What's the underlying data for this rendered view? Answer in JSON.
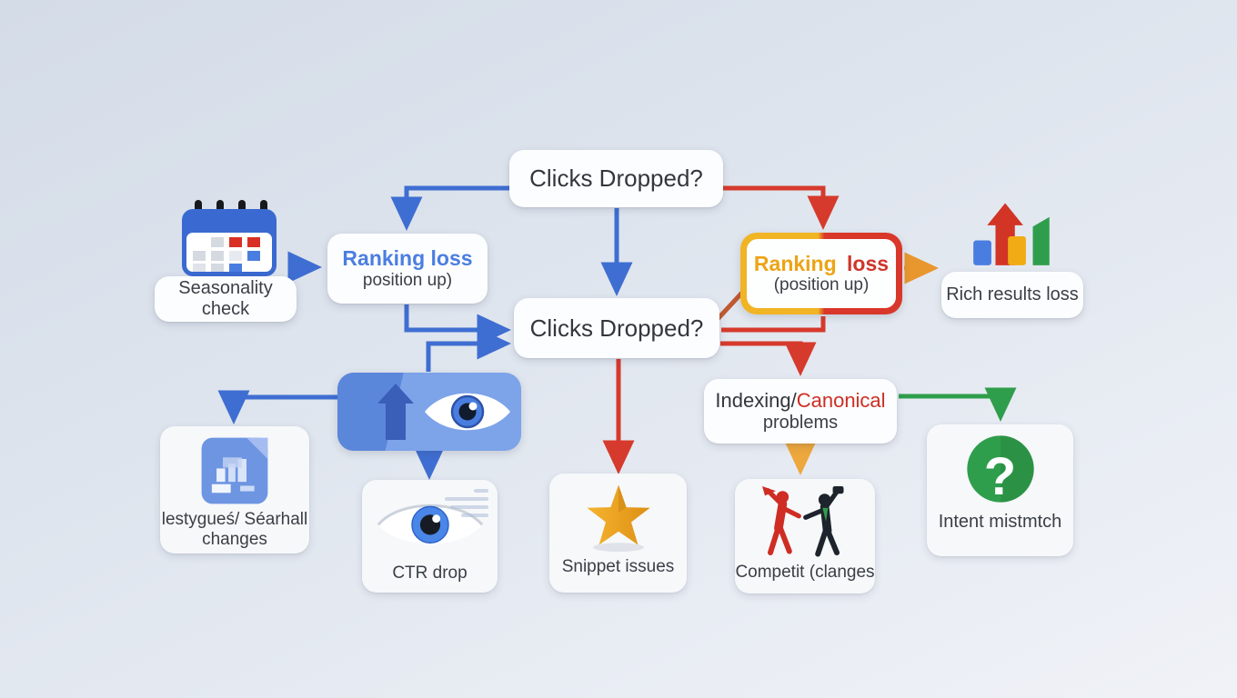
{
  "canvas": {
    "bg_top": "#d4dce8",
    "bg_bottom": "#f0f2f7"
  },
  "colors": {
    "arrow_blue": "#3f6ed2",
    "arrow_red": "#d63a2c",
    "arrow_orange": "#e8962e",
    "arrow_amber": "#eda73c",
    "arrow_green": "#2f9e4c",
    "arrow_rust_diagonal": "#c05a32",
    "text_dark": "#3a3f45",
    "ranking_blue": "#4b7ee0",
    "ranking_yellow": "#eda414",
    "ranking_red": "#d0352a",
    "canonical_red": "#cc2f24",
    "node_bg": "#fcfdfe",
    "card_bg": "#f6f8fa",
    "observe_box_bg": "#7da3e9"
  },
  "nodes": {
    "clicks_top": {
      "label": "Clicks Dropped?"
    },
    "seasonality": {
      "label": "Seasonality check",
      "icon": "calendar-icon"
    },
    "ranking_left": {
      "title": "Ranking loss",
      "subtitle": "position up)"
    },
    "ranking_right": {
      "title_word1": "Ranking",
      "title_word2": "loss",
      "subtitle": "(position up)"
    },
    "rich_results": {
      "label": "Rich results loss",
      "icon": "bar-chart-up-arrow-icon"
    },
    "clicks_mid": {
      "label": "Clicks Dropped?"
    },
    "observe": {
      "icon": "eye-up-arrow-icon"
    },
    "indexing": {
      "word1": "Indexing/",
      "word2": "Canonical",
      "line2": "problems"
    },
    "test_changes": {
      "line1": "lestygueś/ Séarhall",
      "line2": "changes",
      "icon": "document-chart-icon"
    },
    "ctr_drop": {
      "label": "CTR drop",
      "icon": "eye-icon"
    },
    "snippet": {
      "label": "Snippet issues",
      "icon": "star-icon"
    },
    "competitor": {
      "label": "Competit (clanges",
      "icon": "wrestlers-icon"
    },
    "intent": {
      "label": "Intent mistmtch",
      "icon": "question-mark-icon",
      "icon_glyph": "?"
    }
  }
}
